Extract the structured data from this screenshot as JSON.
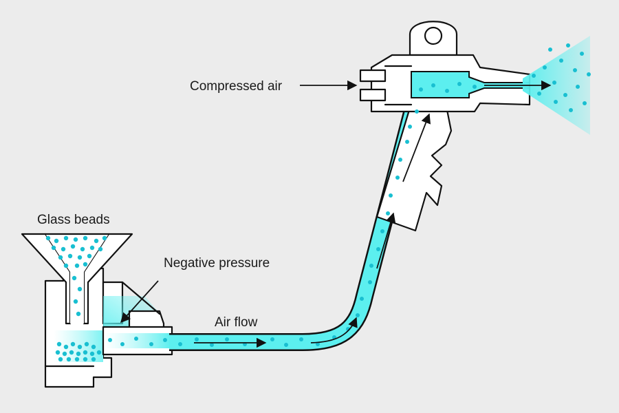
{
  "labels": {
    "glass_beads": "Glass beads",
    "negative_pressure": "Negative pressure",
    "air_flow": "Air flow",
    "compressed_air": "Compressed air"
  },
  "colors": {
    "background": "#ececec",
    "flow_cyan": "#5cefef",
    "particle": "#19bfd1",
    "outline": "#111111"
  }
}
